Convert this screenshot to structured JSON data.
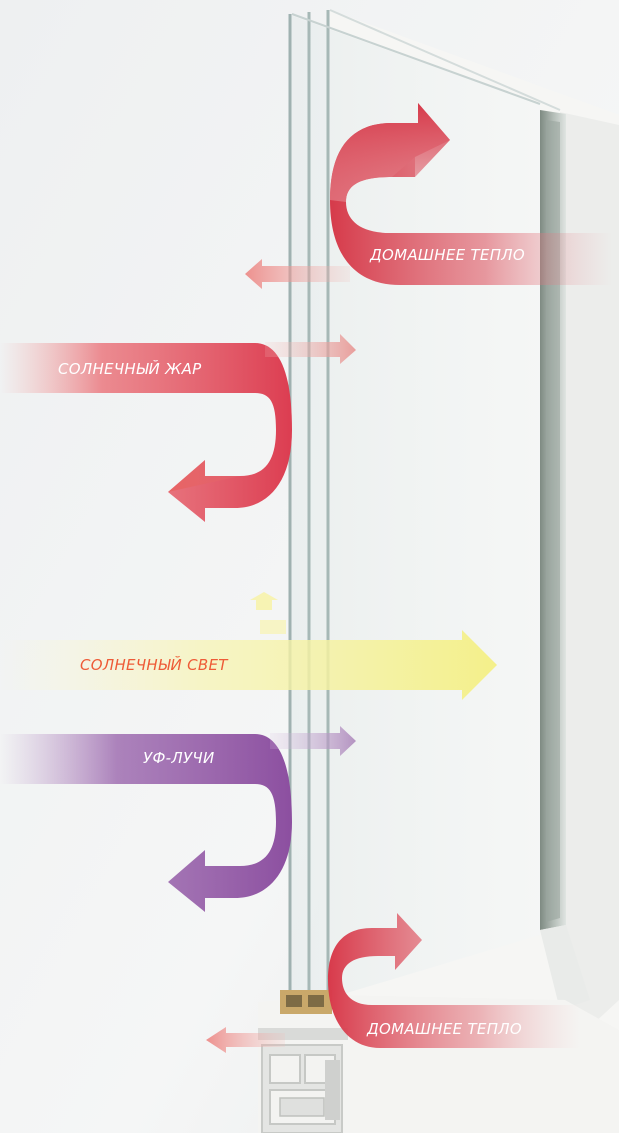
{
  "labels": {
    "home_heat_top": "ДОМАШНЕЕ ТЕПЛО",
    "solar_heat": "СОЛНЕЧНЫЙ ЖАР",
    "sunlight": "СОЛНЕЧНЫЙ СВЕТ",
    "uv_rays": "УФ-ЛУЧИ",
    "home_heat_bottom": "ДОМАШНЕЕ ТЕПЛО"
  },
  "colors": {
    "background": "#f2f3f4",
    "home_heat": "#d9394a",
    "solar_heat": "#e2525b",
    "sunlight": "#f4f08c",
    "sunlight_text": "#ee5b37",
    "uv": "#8a4d9e",
    "glass": "#dfe6e6",
    "frame": "#f7f7f5"
  }
}
